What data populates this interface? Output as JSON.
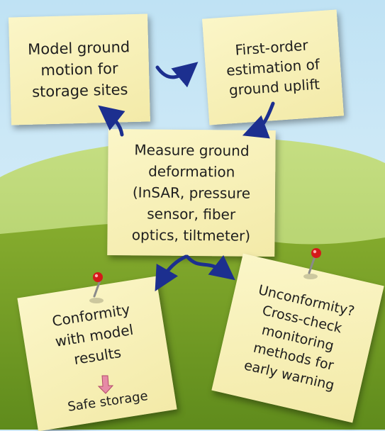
{
  "notes": {
    "model": "Model ground\nmotion for\nstorage sites",
    "estimation": "First-order\nestimation of\nground uplift",
    "measure": "Measure ground\ndeformation\n(InSAR, pressure\nsensor, fiber\noptics, tiltmeter)",
    "conformity": "Conformity\nwith model\nresults",
    "safe": "Safe storage",
    "unconformity": "Unconformity?\nCross-check\nmonitoring\nmethods for\nearly warning"
  },
  "colors": {
    "sky": "#cde8f6",
    "hill_back": "#b4d26a",
    "hill_front": "#7ea62a",
    "note": "#f6efb4",
    "arrow": "#1c2f8f",
    "pin": "#d41a1a",
    "small_arrow": "#e68aa6"
  },
  "icons": [
    "curved-arrow-icon",
    "push-pin-icon",
    "down-arrow-icon"
  ]
}
